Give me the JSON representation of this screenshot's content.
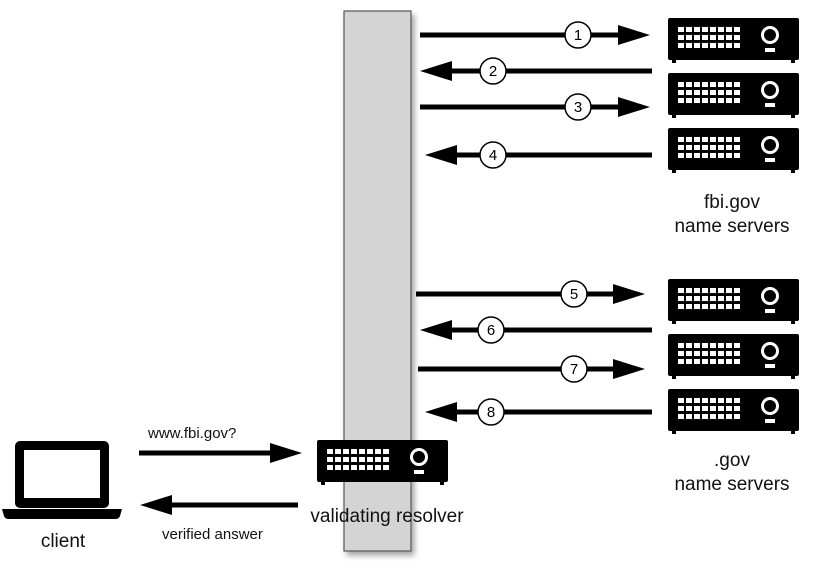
{
  "client": {
    "label": "client"
  },
  "resolver": {
    "label": "validating resolver"
  },
  "query": {
    "label": "www.fbi.gov?"
  },
  "answer": {
    "label": "verified answer"
  },
  "fbi_servers": {
    "line1": "fbi.gov",
    "line2": "name servers"
  },
  "gov_servers": {
    "line1": ".gov",
    "line2": "name servers"
  },
  "steps": [
    "1",
    "2",
    "3",
    "4",
    "5",
    "6",
    "7",
    "8"
  ]
}
